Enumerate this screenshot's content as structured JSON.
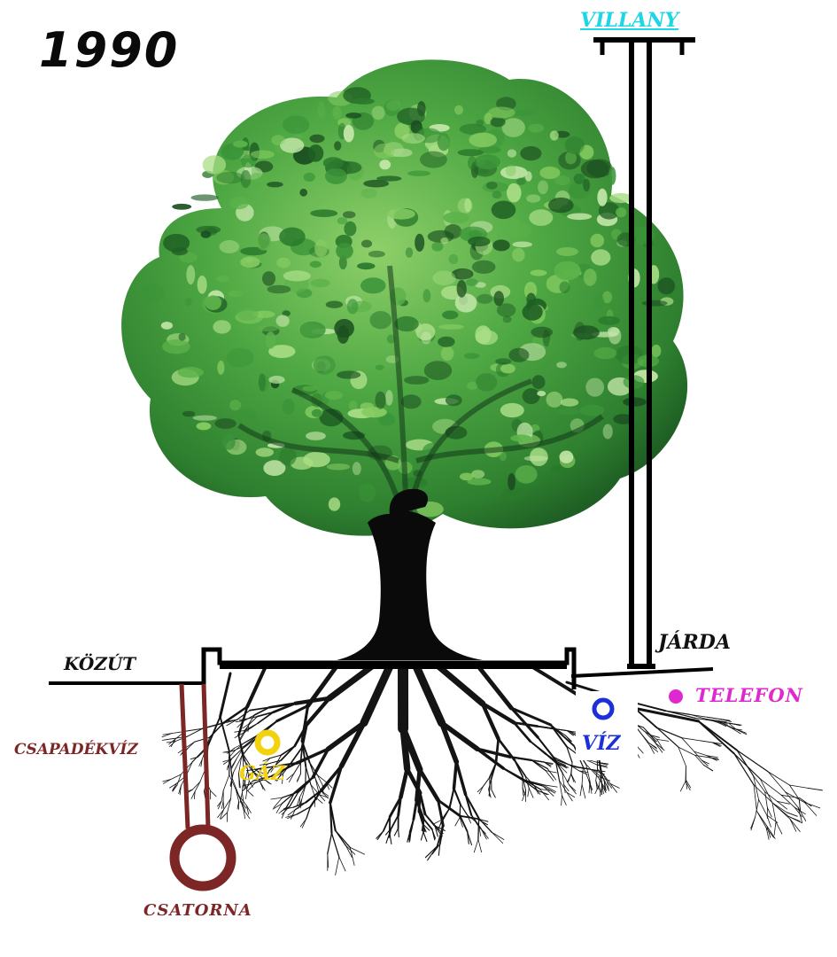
{
  "year": "1990",
  "labels": {
    "villany": "VILLANY",
    "jarda": "JÁRDA",
    "kozut": "KÖZÚT",
    "telefon": "TELEFON",
    "viz": "VÍZ",
    "gaz": "GÁZ",
    "csapadekviz": "CSAPADÉKVÍZ",
    "csatorna": "CSATORNA"
  },
  "colors": {
    "villany": "#1fd6e6",
    "telefon": "#e028d0",
    "viz": "#1c2fd8",
    "gaz": "#f2d20c",
    "csatorna": "#7d2626",
    "foliage": "#3e9a3a",
    "trunk": "#0a0a0a"
  },
  "icons": {
    "utility_pole": "utility-pole-icon",
    "telephone_line": "dot-icon",
    "water_pipe": "ring-icon",
    "gas_pipe": "ring-icon",
    "sewer_pipe": "ring-icon"
  }
}
